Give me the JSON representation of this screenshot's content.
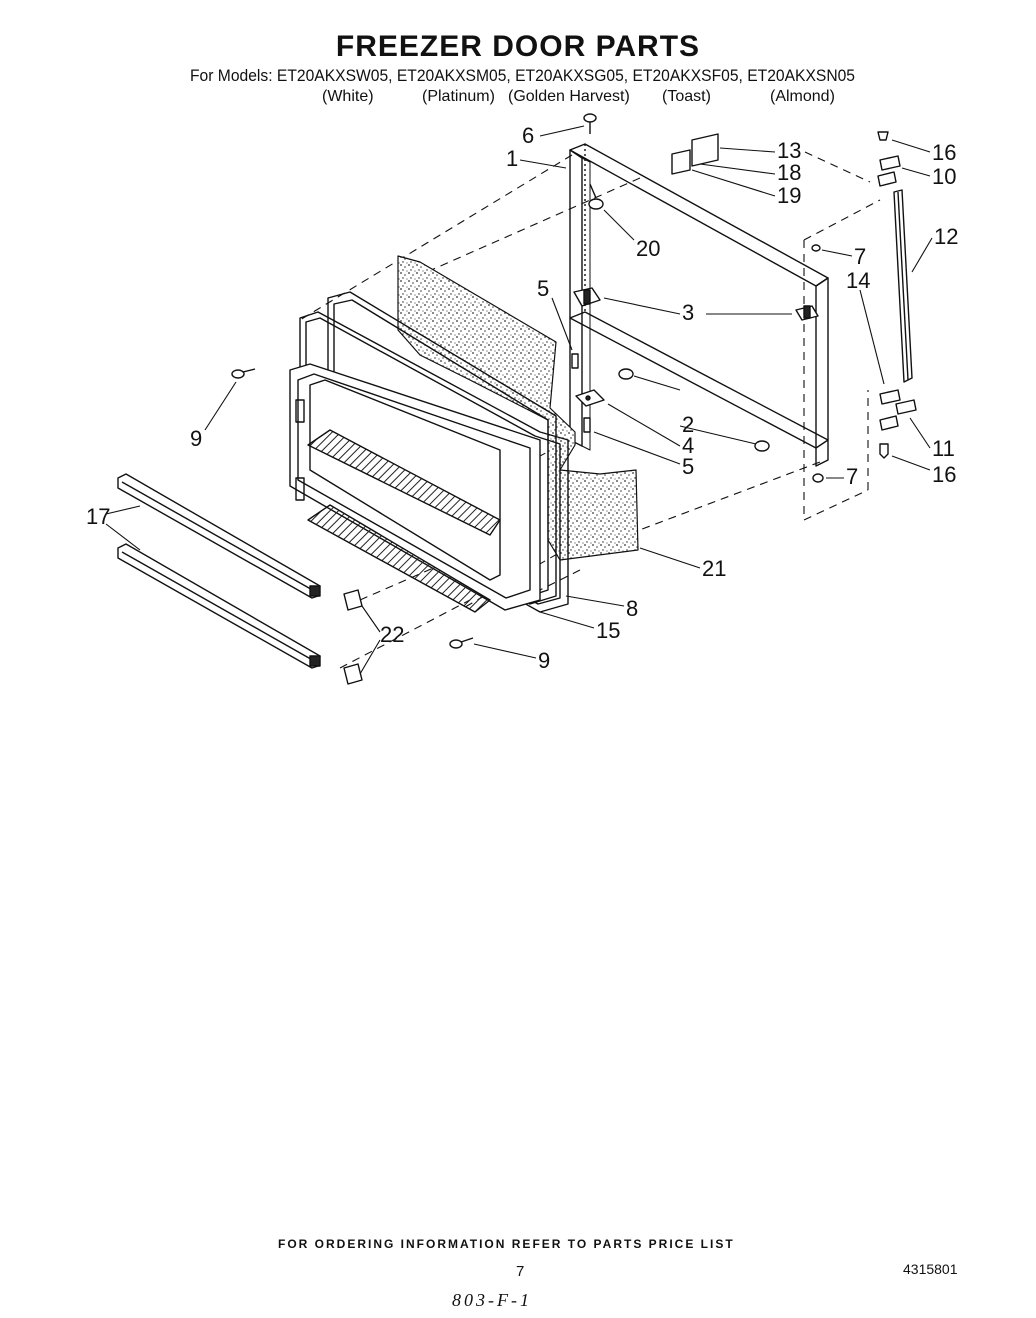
{
  "header": {
    "title": "FREEZER DOOR PARTS",
    "models_line": "For Models:  ET20AKXSW05, ET20AKXSM05, ET20AKXSG05, ET20AKXSF05, ET20AKXSN05",
    "colors": [
      "(White)",
      "(Platinum)",
      "(Golden Harvest)",
      "(Toast)",
      "(Almond)"
    ]
  },
  "callouts": [
    "6",
    "1",
    "13",
    "18",
    "19",
    "16",
    "10",
    "20",
    "7",
    "12",
    "14",
    "5",
    "3",
    "2",
    "4",
    "5",
    "11",
    "16",
    "7",
    "9",
    "17",
    "21",
    "8",
    "15",
    "22",
    "9"
  ],
  "footer": {
    "ordering": "FOR ORDERING INFORMATION REFER TO PARTS PRICE LIST",
    "page": "7",
    "doc_number": "4315801",
    "handwritten": "803-F-1"
  }
}
